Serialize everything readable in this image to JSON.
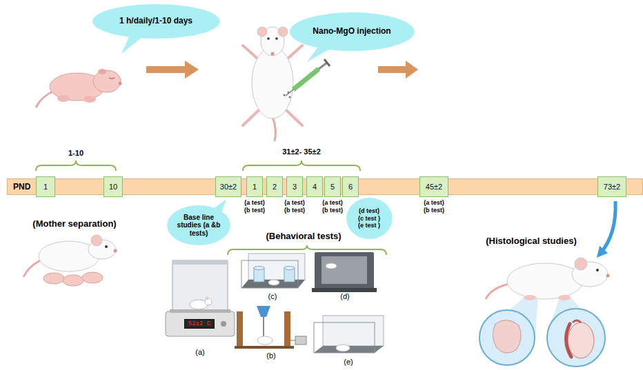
{
  "diagram": {
    "nodes": [
      {
        "text": [
          "1 h/daily/1-10 days"
        ]
      },
      {
        "text": [
          "Nano-MgO injection"
        ]
      },
      {
        "text": [
          "PND"
        ]
      },
      {
        "text": [
          "1"
        ],
        "in": 2
      },
      {
        "text": [
          "10"
        ],
        "in": 2
      },
      {
        "text": [
          "30±2"
        ],
        "in": 2
      },
      {
        "text": [
          "1"
        ],
        "in": 2
      },
      {
        "text": [
          "2"
        ],
        "in": 2
      },
      {
        "text": [
          "3"
        ],
        "in": 2
      },
      {
        "text": [
          "4"
        ],
        "in": 2
      },
      {
        "text": [
          "5"
        ],
        "in": 2
      },
      {
        "text": [
          "6"
        ],
        "in": 2
      },
      {
        "text": [
          "45±2"
        ],
        "in": 2
      },
      {
        "text": [
          "73±2"
        ],
        "in": 2
      },
      {
        "text": [
          "Base line studies (a &b tests)"
        ]
      },
      {
        "text": [
          "(d test)",
          "(c test )",
          "(e test )"
        ]
      },
      {
        "text": [
          "52±2 C"
        ]
      }
    ],
    "labels": [
      "1-10",
      "31±2- 35±2",
      "(a test)",
      "(b test)",
      "(a test)",
      "(b test)",
      "(a test)",
      "(b test)",
      "(a test)",
      "(b test)",
      "(Mother separation)",
      "(Behavioral tests)",
      "(Histological studies)",
      "(a)",
      "(b)",
      "(c)",
      "(d)",
      "(e)"
    ]
  }
}
